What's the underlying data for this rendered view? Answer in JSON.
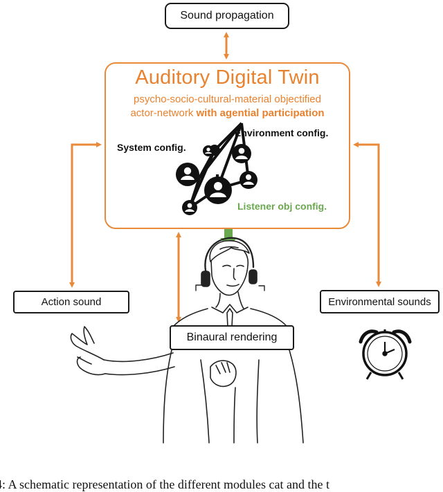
{
  "boxes": {
    "sound_propagation": "Sound propagation",
    "action_sound": "Action sound",
    "environmental_sounds": "Environmental sounds",
    "binaural_rendering": "Binaural rendering"
  },
  "twin": {
    "title": "Auditory Digital Twin",
    "subtitle_line1": "psycho-socio-cultural-material objectified",
    "subtitle_line2_regular": "actor-network ",
    "subtitle_line2_bold": "with agential participation",
    "environment_config": "Environment config.",
    "system_config": "System config.",
    "listener_config": "Listener obj config."
  },
  "caption": "4: A schematic representation of the different modules cat and the t",
  "colors": {
    "orange": "#e98a3b",
    "green": "#6aa84f",
    "dark": "#1a1a1a"
  },
  "icons": [
    "network-graph-icon",
    "listener-with-headphones-illustration",
    "alarm-clock-icon",
    "hand-gesture-illustration"
  ]
}
